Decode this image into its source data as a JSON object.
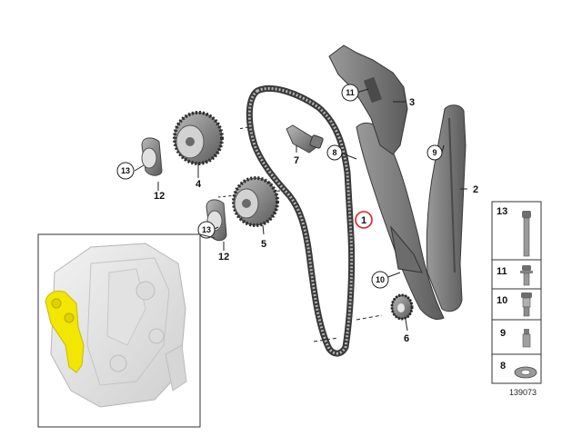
{
  "callouts": {
    "c1": "1",
    "c2": "2",
    "c3": "3",
    "c4": "4",
    "c5": "5",
    "c6": "6",
    "c7": "7",
    "c8": "8",
    "c9": "9",
    "c10": "10",
    "c11": "11",
    "c12a": "12",
    "c12b": "12",
    "c13a": "13",
    "c13b": "13"
  },
  "legend": {
    "items": [
      {
        "label": "13",
        "icon": "long-bolt-icon"
      },
      {
        "label": "11",
        "icon": "flange-bolt-icon"
      },
      {
        "label": "10",
        "icon": "guide-bolt-icon"
      },
      {
        "label": "9",
        "icon": "pin-icon"
      },
      {
        "label": "8",
        "icon": "washer-icon"
      }
    ]
  },
  "diagram_id": "139073",
  "colors": {
    "highlight_callout": "#d9261c",
    "engine_highlight": "#f3e600",
    "part_gray": "#7d7d7d",
    "part_dark": "#4a4a4a"
  }
}
